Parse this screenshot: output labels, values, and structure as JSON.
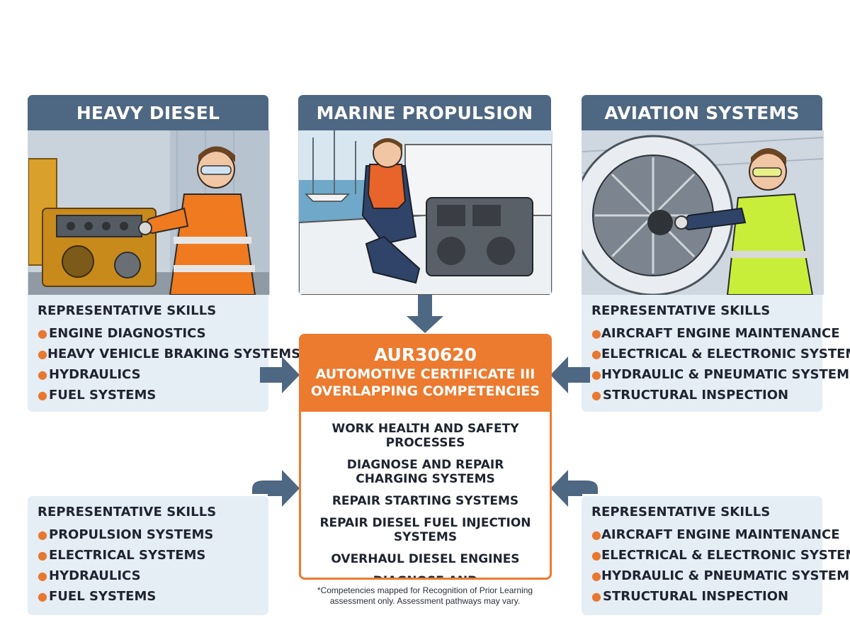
{
  "cards": [
    {
      "title": "HEAVY DIESEL",
      "scene": "heavy-diesel-technician-illustration"
    },
    {
      "title": "MARINE PROPULSION",
      "scene": "marine-technician-illustration"
    },
    {
      "title": "AVIATION SYSTEMS",
      "scene": "aviation-technician-illustration"
    }
  ],
  "skill_panels": {
    "heavy_diesel": {
      "title": "REPRESENTATIVE SKILLS",
      "items": [
        "ENGINE DIAGNOSTICS",
        "HEAVY VEHICLE BRAKING SYSTEMS",
        "HYDRAULICS",
        "FUEL SYSTEMS"
      ]
    },
    "aviation": {
      "title": "REPRESENTATIVE SKILLS",
      "items": [
        "AIRCRAFT ENGINE MAINTENANCE",
        "ELECTRICAL & ELECTRONIC SYSTEMS",
        "HYDRAULIC & PNEUMATIC SYSTEMS",
        "STRUCTURAL INSPECTION"
      ]
    },
    "marine": {
      "title": "REPRESENTATIVE SKILLS",
      "items": [
        "PROPULSION SYSTEMS",
        "ELECTRICAL SYSTEMS",
        "HYDRAULICS",
        "FUEL SYSTEMS"
      ]
    },
    "aviation_lower": {
      "title": "REPRESENTATIVE SKILLS",
      "items": [
        "AIRCRAFT ENGINE MAINTENANCE",
        "ELECTRICAL & ELECTRONIC SYSTEMS",
        "HYDRAULIC & PNEUMATIC SYSTEMS",
        "STRUCTURAL INSPECTION"
      ]
    }
  },
  "center": {
    "code": "AUR30620",
    "title_line1": "AUTOMOTIVE CERTIFICATE III",
    "title_line2": "OVERLAPPING COMPETENCIES",
    "competencies": [
      "WORK HEALTH AND SAFETY PROCESSES",
      "DIAGNOSE AND REPAIR CHARGING SYSTEMS",
      "REPAIR STARTING SYSTEMS",
      "REPAIR DIESEL FUEL INJECTION SYSTEMS",
      "OVERHAUL DIESEL ENGINES",
      "DIAGNOSE AND REPAIR HYDRAULIC SYSTEMS"
    ]
  },
  "footnote": {
    "line1": "*Competencies mapped for Recognition of Prior Learning",
    "line2": "assessment only. Assessment pathways may vary."
  },
  "colors": {
    "card_header": "#4e6782",
    "skills_bg": "#e5edf5",
    "accent_orange": "#ec7a2f",
    "arrow": "#4e6782"
  }
}
